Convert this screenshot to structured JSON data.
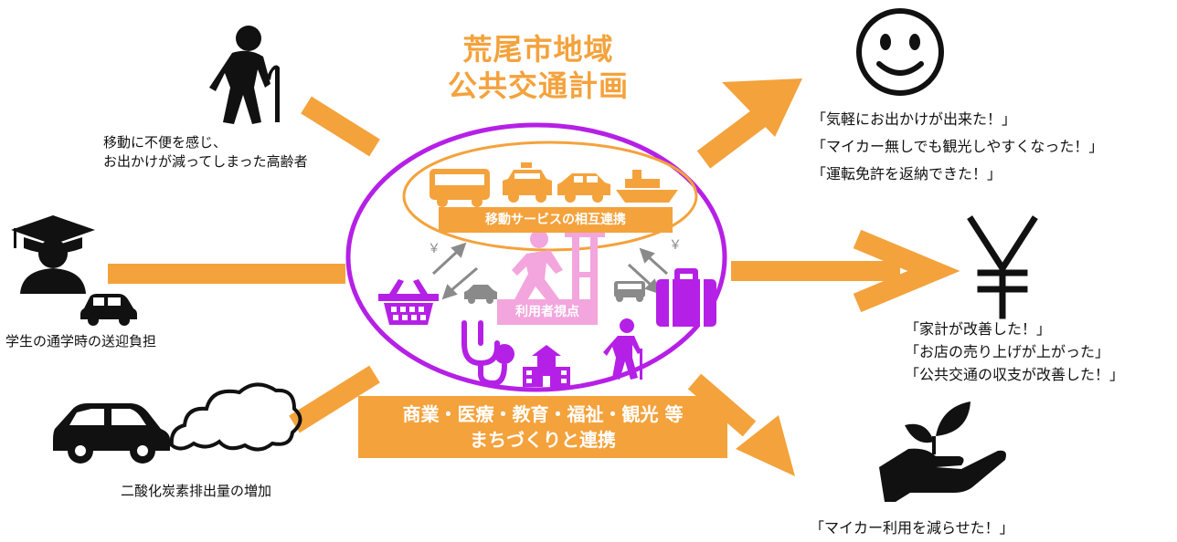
{
  "title": {
    "line1": "荒尾市地域",
    "line2": "公共交通計画"
  },
  "problems": {
    "elderly": {
      "line1": "移動に不便を感じ、",
      "line2": "お出かけが減ってしまった高齢者"
    },
    "student": "学生の通学時の送迎負担",
    "co2": "二酸化炭素排出量の増加"
  },
  "center": {
    "mobility_label": "移動サービスの相互連携",
    "user_label": "利用者視点",
    "yen_symbol": "￥"
  },
  "collaboration": {
    "line1": "商業・医療・教育・福祉・観光 等",
    "line2": "まちづくりと連携"
  },
  "outcomes": {
    "happy": [
      "「気軽にお出かけが出来た！」",
      "「マイカー無しでも観光しやすくなった！」",
      "「運転免許を返納できた！」"
    ],
    "money": [
      "「家計が改善した！」",
      "「お店の売り上げが上がった」",
      "「公共交通の収支が改善した！」"
    ],
    "eco": [
      "「マイカー利用を減らせた！」"
    ]
  },
  "icons": {
    "elderly": "elderly-person-icon",
    "student": "graduate-student-icon",
    "car": "car-icon",
    "smoke": "exhaust-smoke-icon",
    "smiley": "smiley-face-icon",
    "yen": "yen-icon",
    "eco": "hand-sprout-icon",
    "bus": "bus-icon",
    "taxi": "taxi-icon",
    "ship": "ferry-icon",
    "basket": "shopping-basket-icon",
    "suitcase": "suitcase-icon",
    "stethoscope": "stethoscope-icon",
    "school": "school-icon",
    "walker": "walking-user-icon"
  },
  "colors": {
    "accent": "#f4a23c",
    "purple": "#b520e6",
    "pink": "#f2a6dd",
    "gray": "#8a8a8a"
  }
}
